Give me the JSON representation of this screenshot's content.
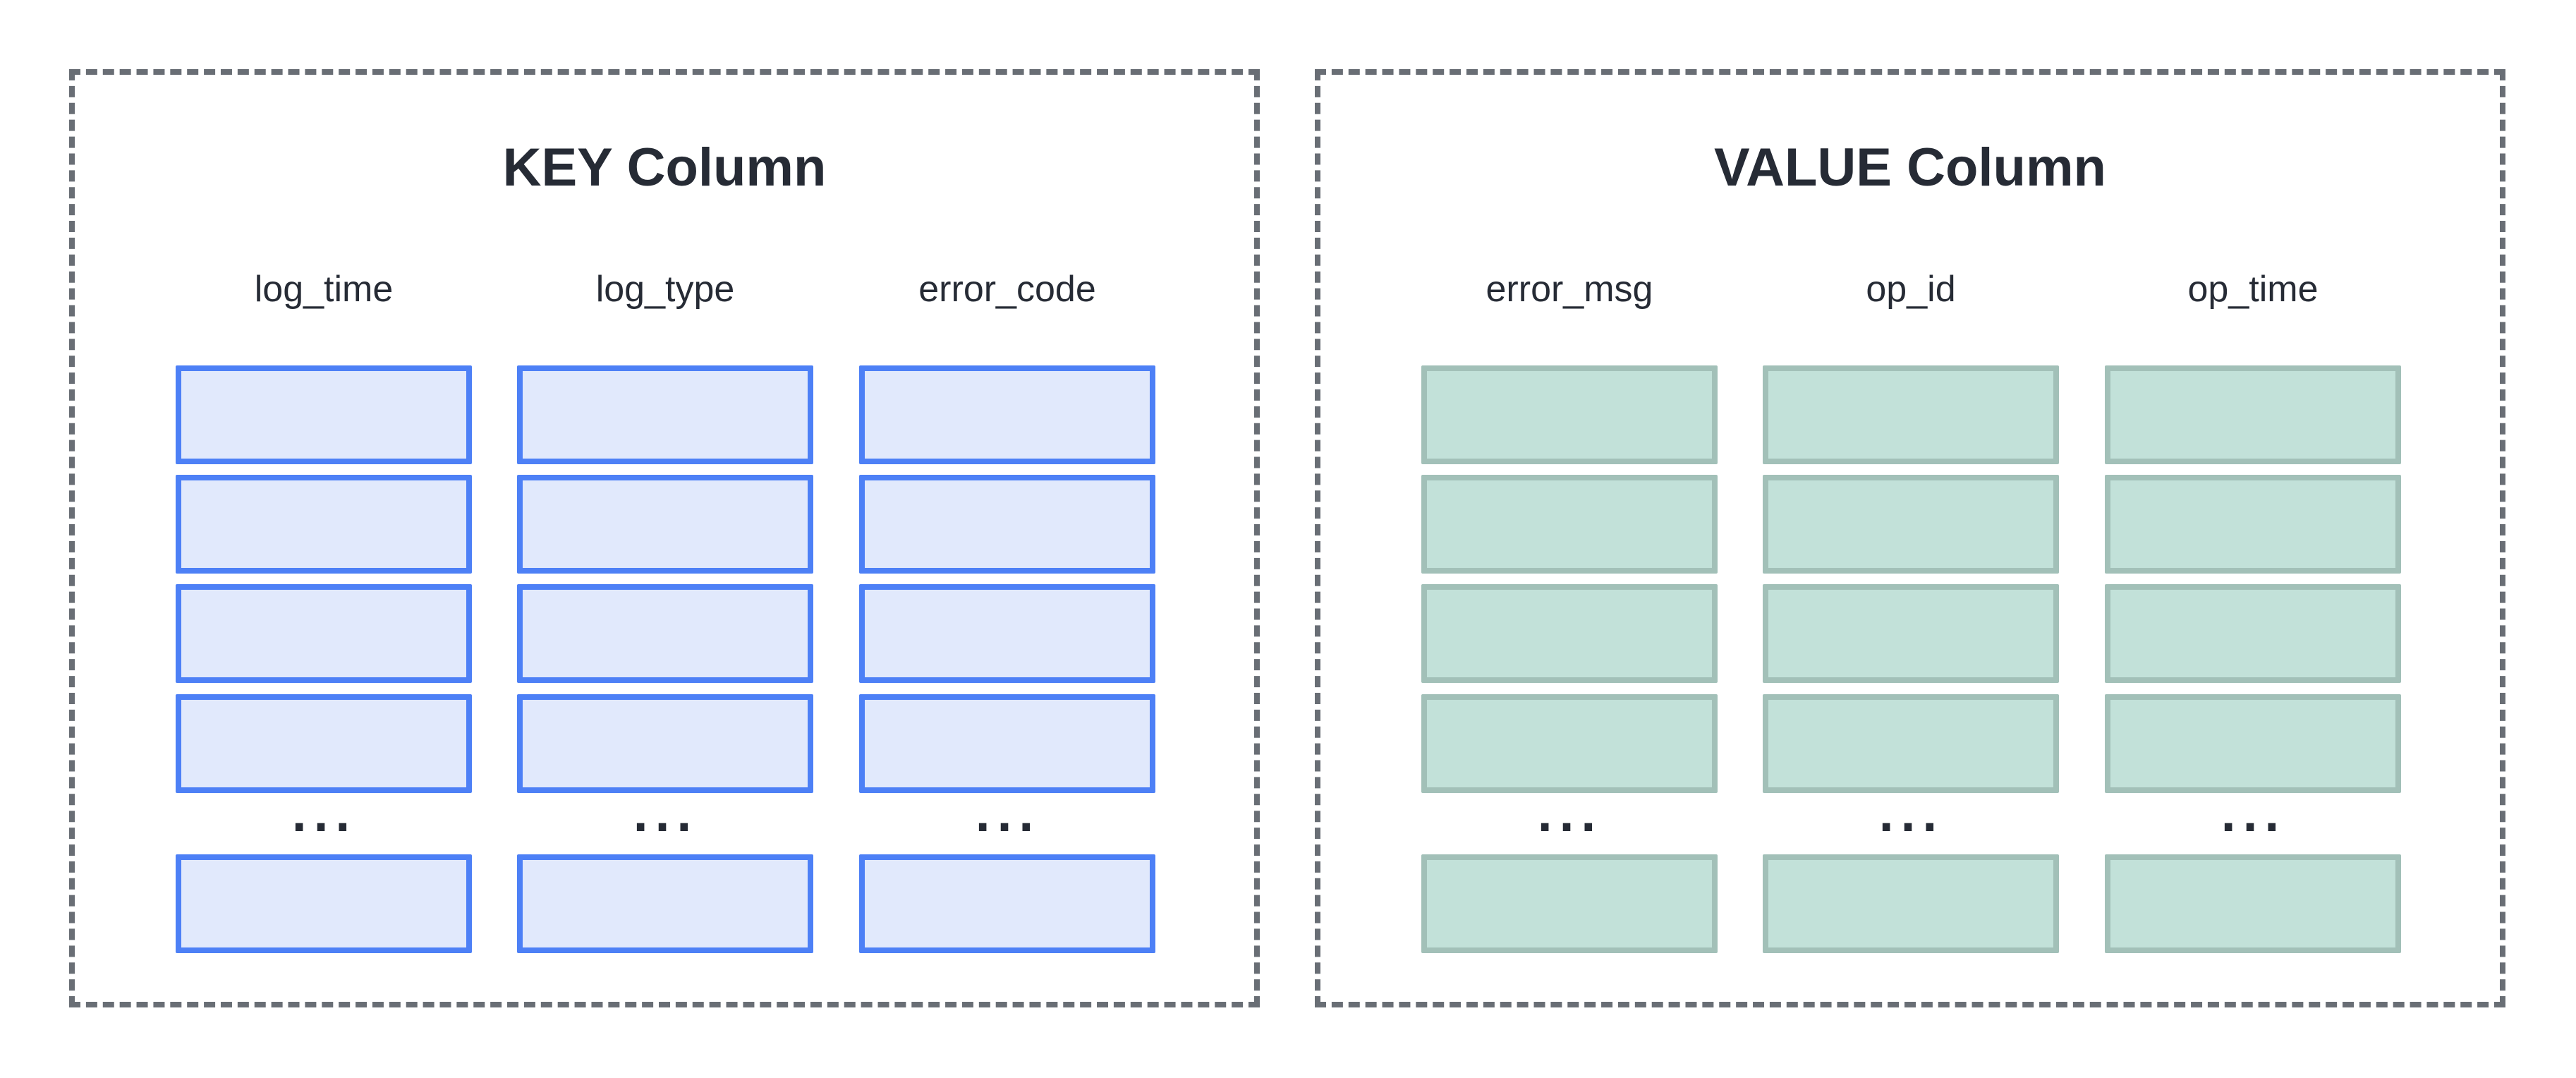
{
  "diagram": {
    "frame_color": "#696e75",
    "text_color": "#262b35",
    "panels": [
      {
        "title": "KEY Column",
        "ellipsis": "...",
        "colors": {
          "box_border": "#4d80f6",
          "box_fill": "#e1e9fc"
        },
        "columns": [
          {
            "header": "log_time"
          },
          {
            "header": "log_type"
          },
          {
            "header": "error_code"
          }
        ]
      },
      {
        "title": "VALUE Column",
        "ellipsis": "...",
        "colors": {
          "box_border": "#a2c0b8",
          "box_fill": "#c2e1d9"
        },
        "columns": [
          {
            "header": "error_msg"
          },
          {
            "header": "op_id"
          },
          {
            "header": "op_time"
          }
        ]
      }
    ]
  }
}
